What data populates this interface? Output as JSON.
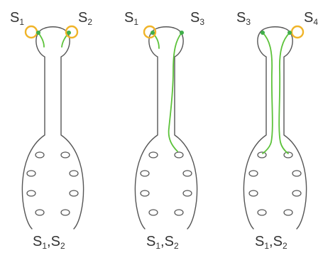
{
  "colors": {
    "pollen_ring": "#f0b429",
    "pollen_core": "#3fae49",
    "pollen_tube": "#5cc23a",
    "outline": "#555555"
  },
  "panels": [
    {
      "top_left": {
        "letter": "S",
        "sub": "1"
      },
      "top_right": {
        "letter": "S",
        "sub": "2"
      },
      "bottom": {
        "a": "S",
        "a_sub": "1",
        "sep": ",",
        "b": "S",
        "b_sub": "2"
      }
    },
    {
      "top_left": {
        "letter": "S",
        "sub": "1"
      },
      "top_right": {
        "letter": "S",
        "sub": "3"
      },
      "bottom": {
        "a": "S",
        "a_sub": "1",
        "sep": ",",
        "b": "S",
        "b_sub": "2"
      }
    },
    {
      "top_left": {
        "letter": "S",
        "sub": "3"
      },
      "top_right": {
        "letter": "S",
        "sub": "4"
      },
      "bottom": {
        "a": "S",
        "a_sub": "1",
        "sep": ",",
        "b": "S",
        "b_sub": "2"
      }
    }
  ]
}
